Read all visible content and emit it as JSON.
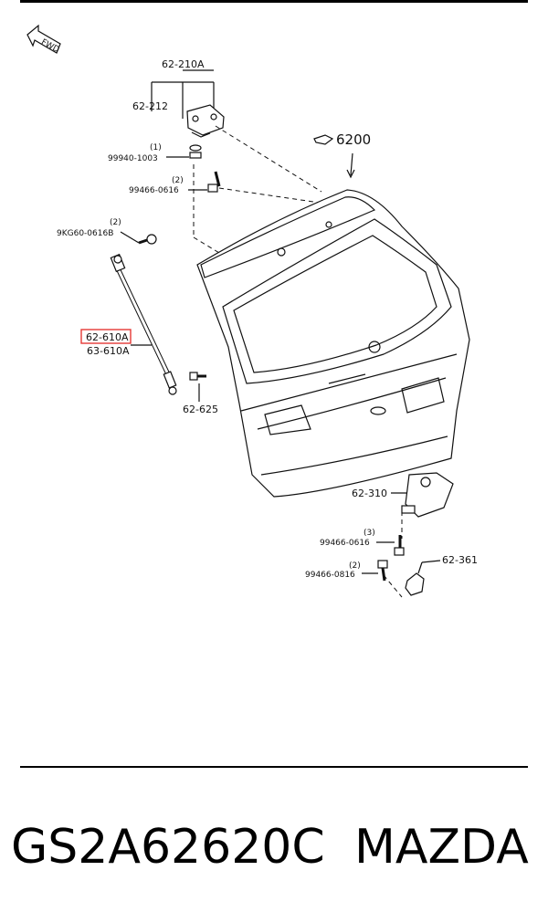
{
  "diagram": {
    "fwd_label": "FWD",
    "labels": {
      "l_62210A": "62-210A",
      "l_62212": "62-212",
      "l_qty1": "(1)",
      "l_99940": "99940-1003",
      "l_qty2a": "(2)",
      "l_99466_0616a": "99466-0616",
      "l_6200": "6200",
      "l_qty2b": "(2)",
      "l_9KG60": "9KG60-0616B",
      "l_62610A": "62-610A",
      "l_63610A": "63-610A",
      "l_62625": "62-625",
      "l_62310": "62-310",
      "l_qty3": "(3)",
      "l_99466_0616b": "99466-0616",
      "l_62361": "62-361",
      "l_qty2c": "(2)",
      "l_99466_0816": "99466-0816"
    },
    "highlight_color": "#e53935"
  },
  "footer": {
    "part_number": "GS2A62620C",
    "brand": "MAZDA"
  }
}
